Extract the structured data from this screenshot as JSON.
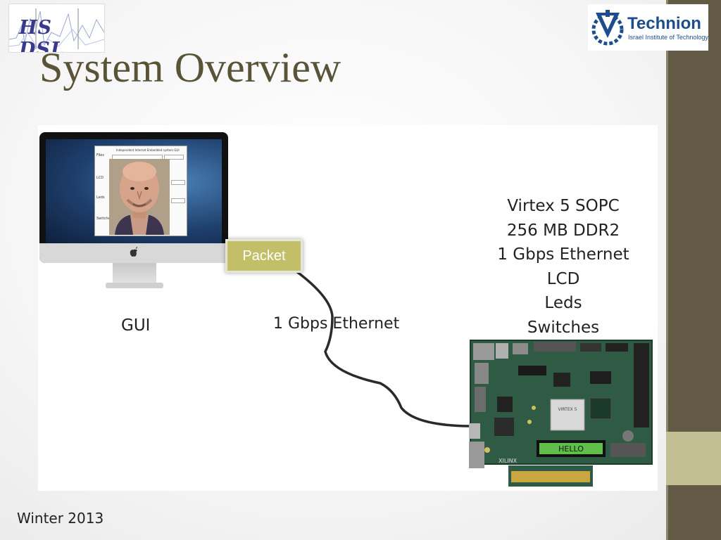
{
  "slide": {
    "title": "System Overview",
    "footer": "Winter 2013"
  },
  "logos": {
    "left_text": "HS DSL",
    "right_name": "Technion",
    "right_sub": "Israel Institute of Technology"
  },
  "diagram": {
    "packet_label": "Packet",
    "gui_label": "GUI",
    "link_label": "1 Gbps Ethernet",
    "board_specs": [
      "Virtex 5 SOPC",
      "256 MB DDR2",
      "1 Gbps Ethernet",
      "LCD",
      "Leds",
      "Switches"
    ],
    "lcd_text": "HELLO"
  },
  "gui_window": {
    "title": "Independent Internet Embedded system GUI",
    "rows": [
      "Files",
      "LCD",
      "Leds",
      "Switches"
    ]
  },
  "colors": {
    "title": "#595337",
    "sidebar": "#625a45",
    "sidebar_accent": "#c3bf94",
    "packet": "#c3bf68"
  }
}
